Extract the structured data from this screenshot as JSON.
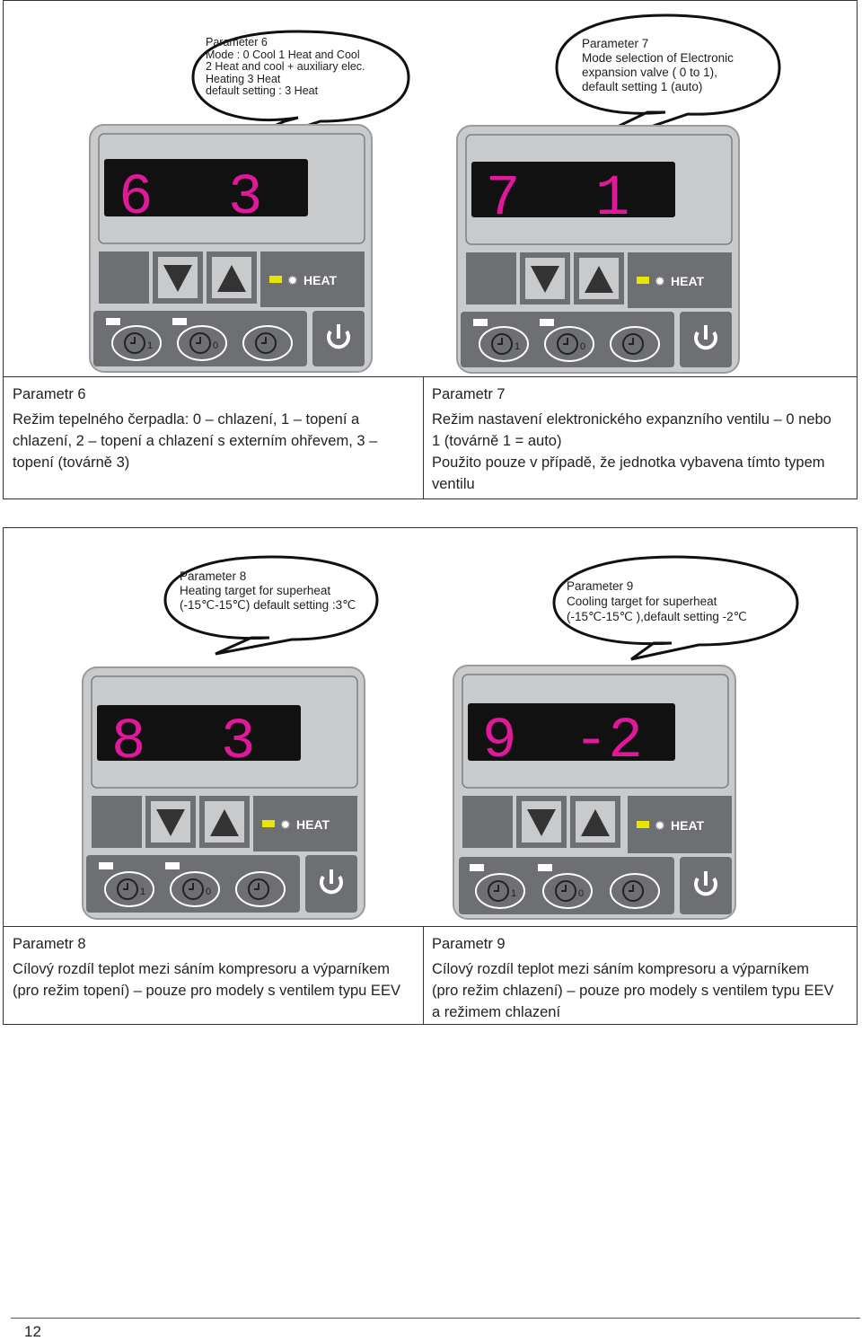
{
  "panels": [
    {
      "bubble_lines": [
        "Parameter 6",
        "Mode : 0 Cool  1 Heat and Cool",
        "2 Heat and cool + auxiliary elec.",
        "Heating 3 Heat",
        "default setting : 3 Heat"
      ],
      "display_left": "6",
      "display_right": "3",
      "heat_label": "HEAT",
      "timer_labels": [
        "1",
        "0",
        ""
      ]
    },
    {
      "bubble_lines": [
        "Parameter 7",
        "Mode selection of Electronic",
        "expansion valve ( 0 to 1),",
        "default setting 1 (auto)"
      ],
      "display_left": "7",
      "display_right": "1",
      "heat_label": "HEAT",
      "timer_labels": [
        "1",
        "0",
        ""
      ]
    },
    {
      "bubble_lines": [
        "Parameter 8",
        "Heating target for superheat",
        "(-15℃-15℃) default setting :3℃"
      ],
      "display_left": "8",
      "display_right": "3",
      "heat_label": "HEAT",
      "timer_labels": [
        "1",
        "0",
        ""
      ]
    },
    {
      "bubble_lines": [
        "Parameter 9",
        "Cooling target for superheat",
        "(-15℃-15℃ ),default setting -2℃"
      ],
      "display_left": "9",
      "display_right": "-2",
      "heat_label": "HEAT",
      "timer_labels": [
        "1",
        "0",
        ""
      ]
    }
  ],
  "captions": {
    "p6": [
      "Parametr 6",
      "Režim tepelného čerpadla: 0 – chlazení, 1 – topení a chlazení, 2 – topení a chlazení s externím ohřevem, 3 – topení (továrně 3)"
    ],
    "p7": [
      "Parametr 7",
      "Režim nastavení elektronického expanzního ventilu – 0 nebo 1 (továrně 1 = auto)",
      "Použito pouze v případě, že jednotka vybavena tímto typem ventilu"
    ],
    "p8": [
      "Parametr 8",
      "Cílový rozdíl teplot mezi sáním kompresoru a výparníkem (pro režim topení) – pouze pro modely s ventilem typu EEV"
    ],
    "p9": [
      "Parametr 9",
      "Cílový rozdíl teplot mezi sáním kompresoru a výparníkem (pro režim chlazení) – pouze pro modely s ventilem typu EEV a režimem chlazení"
    ]
  },
  "page_number": "12",
  "colors": {
    "segment": "#e0189a",
    "panel": "#c9cacc",
    "key": "#6e6f72",
    "led": "#e6e600"
  }
}
